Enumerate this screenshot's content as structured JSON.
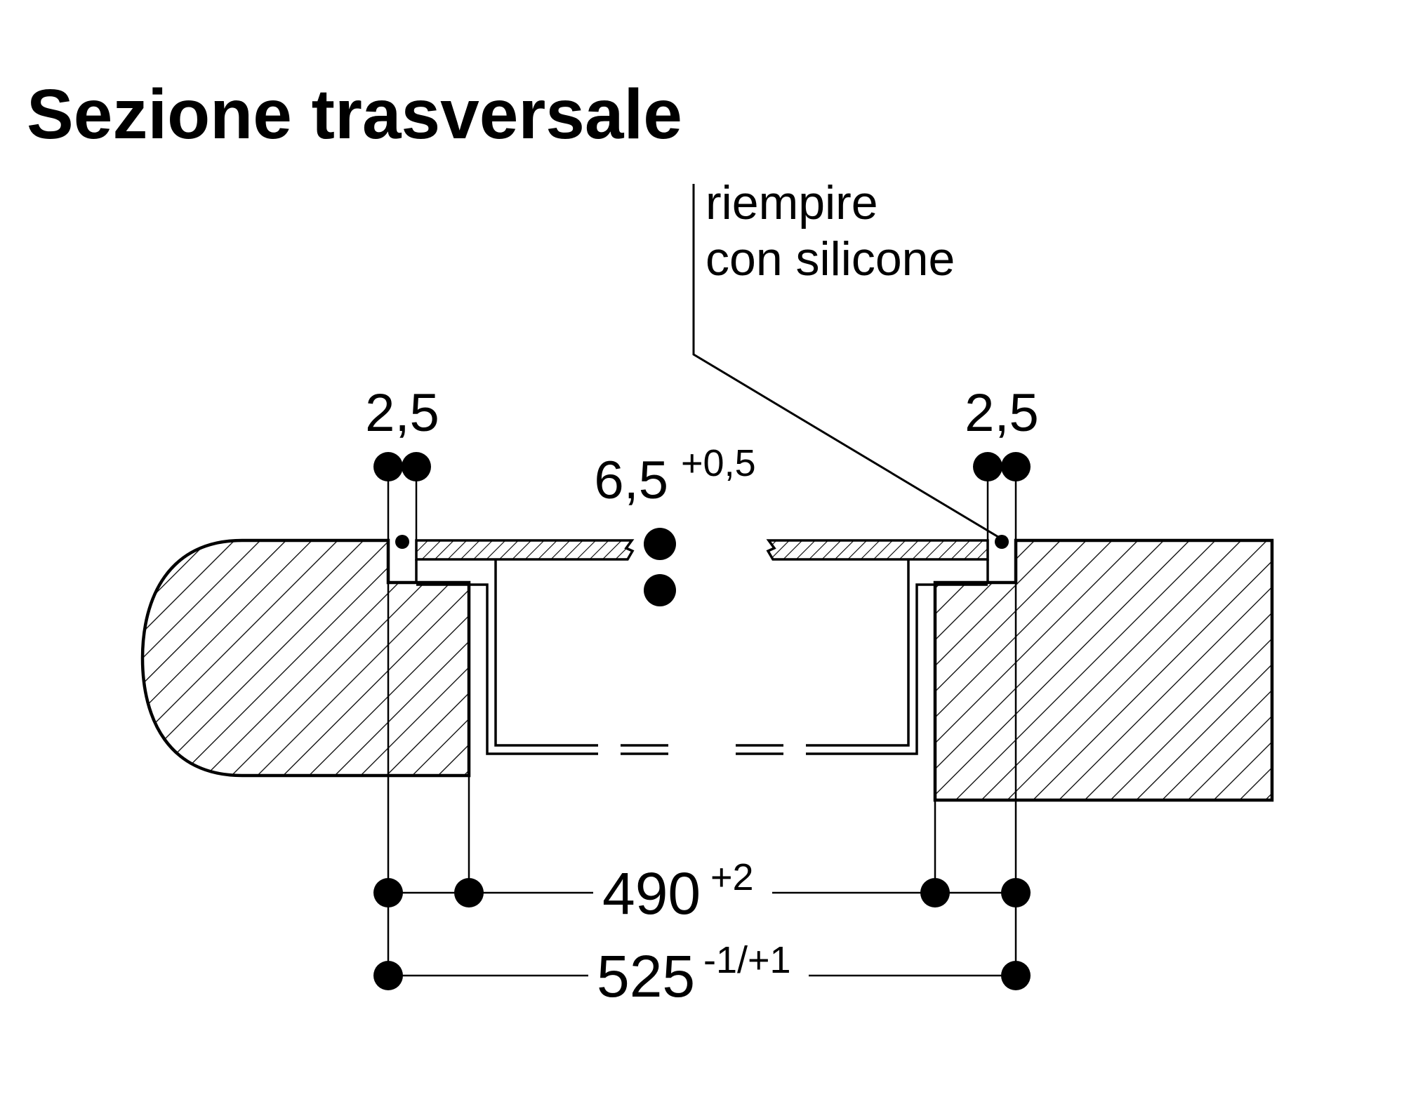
{
  "title": "Sezione trasversale",
  "callout": {
    "line1": "riempire",
    "line2": "con silicone"
  },
  "dimensions": {
    "left_gap": {
      "value": "2,5"
    },
    "right_gap": {
      "value": "2,5"
    },
    "depth": {
      "value": "6,5",
      "tolerance": "+0,5"
    },
    "cutout_width": {
      "value": "490",
      "tolerance": "+2"
    },
    "recess_width": {
      "value": "525",
      "tolerance": "-1/+1"
    }
  },
  "colors": {
    "line": "#000000",
    "background": "#ffffff"
  }
}
